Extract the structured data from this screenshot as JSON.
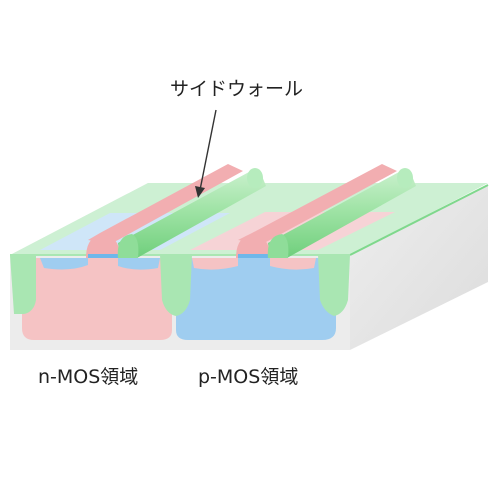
{
  "labels": {
    "callout": "サイドウォール",
    "nmos_region": "n-MOS領域",
    "pmos_region": "p-MOS領域"
  },
  "colors": {
    "substrate_side": "#e4e4e4",
    "substrate_top": "#f3f3f3",
    "isolation": "#b8e9c0",
    "isolation_edge": "#8fd89d",
    "n_well": "#f5c3c4",
    "p_well": "#9fcdf0",
    "gate": "#f2aeb1",
    "sidewall": "#9fe3a5",
    "sidewall_dark": "#6fcf7c",
    "diffusion_blue": "#c9e4f7",
    "diffusion_pink": "#f7d7d9",
    "arrow": "#333333"
  }
}
